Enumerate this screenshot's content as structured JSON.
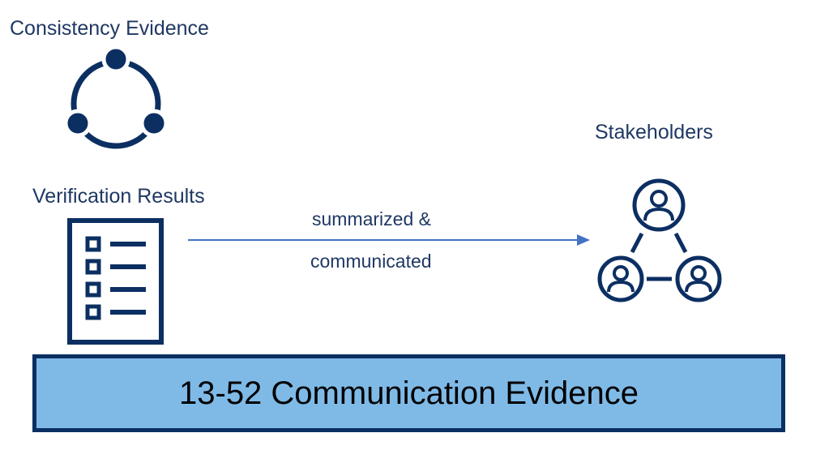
{
  "diagram": {
    "consistency": {
      "title": "Consistency Evidence",
      "icon": "share-network-icon"
    },
    "verification": {
      "title": "Verification Results",
      "icon": "checklist-icon"
    },
    "stakeholders": {
      "title": "Stakeholders",
      "icon": "people-network-icon"
    },
    "flow": {
      "label_line1": "summarized &",
      "label_line2": "communicated"
    },
    "banner": {
      "text": "13-52 Communication Evidence"
    }
  },
  "colors": {
    "navy": "#0c2f62",
    "text": "#1f3864",
    "arrow": "#4472c4",
    "banner_fill": "#7fbae7"
  }
}
